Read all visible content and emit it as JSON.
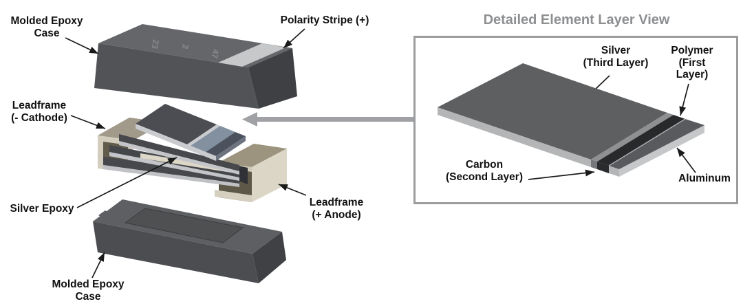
{
  "exploded_view": {
    "labels": {
      "molded_epoxy_case_top": "Molded Epoxy\nCase",
      "polarity_stripe": "Polarity Stripe (+)",
      "leadframe_cathode": "Leadframe\n(- Cathode)",
      "silver_epoxy": "Silver Epoxy",
      "leadframe_anode": "Leadframe\n(+ Anode)",
      "molded_epoxy_case_bottom": "Molded Epoxy\nCase"
    },
    "case_marking_groups": [
      "23",
      "2",
      "47"
    ]
  },
  "detail_panel": {
    "title": "Detailed Element Layer View",
    "labels": {
      "silver": "Silver\n(Third Layer)",
      "polymer": "Polymer\n(First Layer)",
      "carbon": "Carbon\n(Second Layer)",
      "aluminum": "Aluminum"
    }
  },
  "colors": {
    "background": "#ffffff",
    "case_gray": "#515356",
    "polarity_stripe": "#c6c8ca",
    "leadframe_beige": "#dcd6c6",
    "element_band_blue_gray": "#8290a0",
    "panel_border": "#9a9c9e",
    "panel_title_text": "#8d8f91",
    "reference_arrow_gray": "#9fa1a4",
    "label_text": "#111111"
  }
}
